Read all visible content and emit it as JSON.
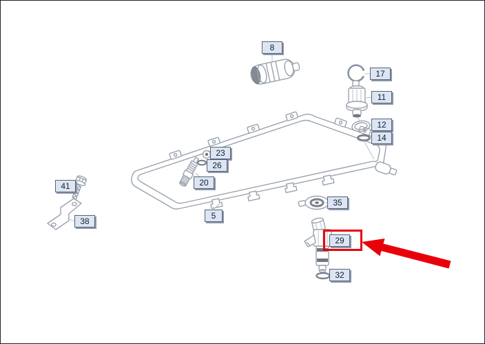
{
  "diagram": {
    "background": "#ffffff",
    "stroke_color": "#9aa2ac",
    "dark_accent": "#6e7680",
    "highlight_color": "#e8000a",
    "label_bg": "#dce5f1",
    "label_border": "#53627c",
    "label_text_color": "#0f2038",
    "highlighted_part": "29",
    "labels": [
      {
        "text": "8"
      },
      {
        "text": "17"
      },
      {
        "text": "11"
      },
      {
        "text": "12"
      },
      {
        "text": "14"
      },
      {
        "text": "23"
      },
      {
        "text": "26"
      },
      {
        "text": "20"
      },
      {
        "text": "41"
      },
      {
        "text": "38"
      },
      {
        "text": "5"
      },
      {
        "text": "35"
      },
      {
        "text": "29"
      },
      {
        "text": "32"
      }
    ]
  }
}
